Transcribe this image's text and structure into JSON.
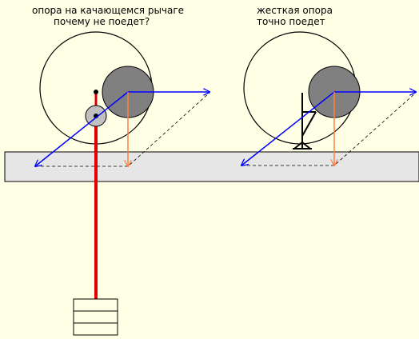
{
  "captions": {
    "left_line1": "опора на качающемся рычаге",
    "left_line2": "почему не поедет?",
    "right_line1": "жесткая опора",
    "right_line2": "точно поедет"
  },
  "colors": {
    "background": "#ffffe6",
    "ground": "#e6e6e6",
    "wheel_hub": "#808080",
    "lever_roller": "#c0c0c0",
    "force_arrow": "#0000ff",
    "gravity_arrow": "#ff8040",
    "rope": "#e00000",
    "outline": "#000000"
  },
  "icons": [
    "wheel-circle",
    "hub-disc",
    "lever-roller",
    "rigid-support",
    "weight-stack"
  ]
}
